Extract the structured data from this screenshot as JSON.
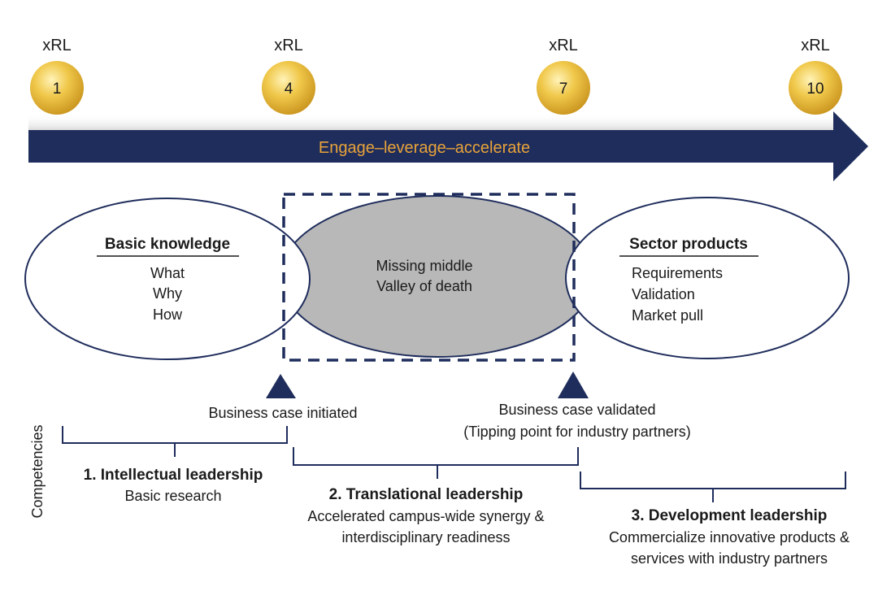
{
  "colors": {
    "navy": "#1f2d5c",
    "gold": "#e2b53a",
    "arrow_text": "#e8a33a",
    "gray_fill": "#b8b8b8"
  },
  "milestones": [
    {
      "label": "xRL",
      "value": "1"
    },
    {
      "label": "xRL",
      "value": "4"
    },
    {
      "label": "xRL",
      "value": "7"
    },
    {
      "label": "xRL",
      "value": "10"
    }
  ],
  "arrow_text": "Engage–leverage–accelerate",
  "left_ellipse": {
    "title": "Basic knowledge",
    "lines": [
      "What",
      "Why",
      "How"
    ]
  },
  "middle_ellipse": {
    "lines": [
      "Missing middle",
      "Valley of death"
    ]
  },
  "right_ellipse": {
    "title": "Sector products",
    "lines": [
      "Requirements",
      "Validation",
      "Market pull"
    ]
  },
  "markers": {
    "initiated": "Business case initiated",
    "validated_1": "Business case validated",
    "validated_2": "(Tipping point for industry partners)"
  },
  "competencies_label": "Competencies",
  "leaderships": [
    {
      "title": "1. Intellectual leadership",
      "lines": [
        "Basic research"
      ]
    },
    {
      "title": "2. Translational leadership",
      "lines": [
        "Accelerated campus-wide synergy &",
        "interdisciplinary readiness"
      ]
    },
    {
      "title": "3. Development leadership",
      "lines": [
        "Commercialize innovative products &",
        "services with industry partners"
      ]
    }
  ]
}
